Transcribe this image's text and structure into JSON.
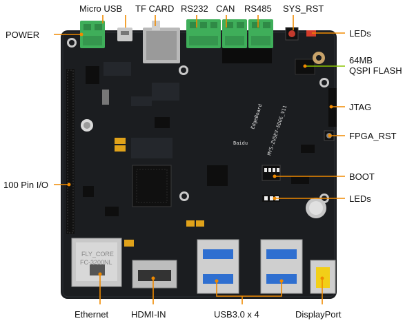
{
  "colors": {
    "leader": "#f08a00",
    "flash_leader": "#8ac400",
    "pcb": "#1b1d20",
    "terminal_green": "#3fae5a",
    "usb_blue": "#2f6fd0",
    "displayport_yellow": "#f2cf18"
  },
  "labels": {
    "micro_usb": "Micro USB",
    "tf_card": "TF CARD",
    "rs232": "RS232",
    "can": "CAN",
    "rs485": "RS485",
    "sys_rst": "SYS_RST",
    "power": "POWER",
    "leds_top": "LEDs",
    "flash_line1": "64MB",
    "flash_line2": "QSPI FLASH",
    "jtag": "JTAG",
    "fpga_rst": "FPGA_RST",
    "boot": "BOOT",
    "leds_bottom": "LEDs",
    "pin_io": "100 Pin I/O",
    "ethernet": "Ethernet",
    "hdmi_in": "HDMI-IN",
    "usb30": "USB3.0 x 4",
    "displayport": "DisplayPort"
  },
  "board": {
    "silk_edgeboard": "EdgeBoard",
    "silk_model": "MYS-ZU5EV-EDGE_V11",
    "silk_baidu": "Baidu",
    "magjack_line1": "FLY_CORE",
    "magjack_line2": "FC-3200NL"
  }
}
